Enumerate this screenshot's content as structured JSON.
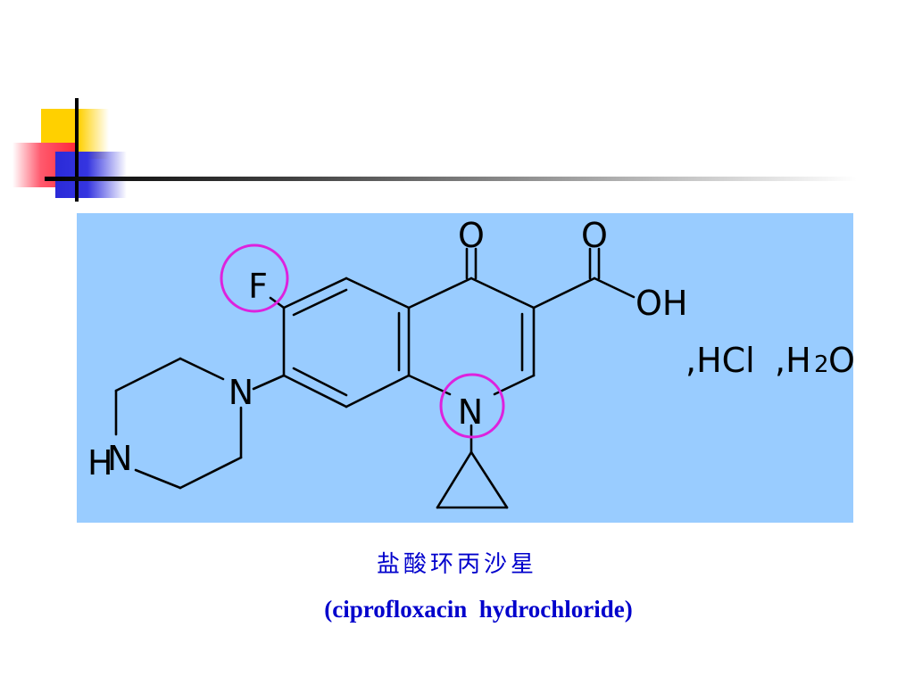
{
  "slide": {
    "colors": {
      "panel": "#99ccff",
      "highlight": "#dd22dd",
      "caption": "#0000cc",
      "bond": "#000000"
    }
  },
  "molecule": {
    "atoms": {
      "o_ketone": "O",
      "o_acid": "O",
      "oh": "OH",
      "f": "F",
      "n_ring": "N",
      "n_piperazine": "N",
      "hn_h": "H",
      "hn_n": "N"
    },
    "salt": {
      "hcl": ",HCl",
      "h2o_sep": ",H",
      "h2o_sub": "2",
      "h2o_o": "O"
    },
    "highlighted_atoms": [
      "F",
      "N1"
    ]
  },
  "caption": {
    "chinese": "盐酸环丙沙星",
    "english": "(ciprofloxacin  hydrochloride)"
  }
}
